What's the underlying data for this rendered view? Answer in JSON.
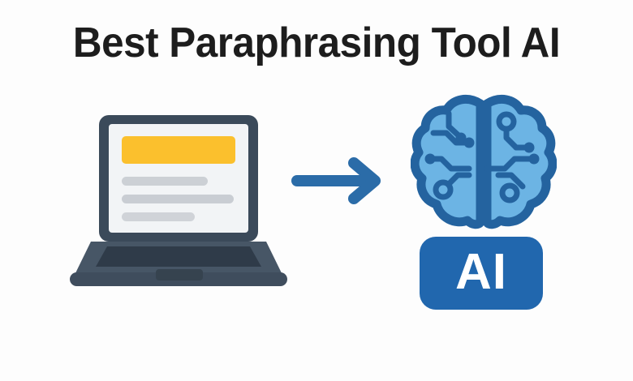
{
  "banner": {
    "background_color": "#fdfdfd",
    "title": "Best Paraphrasing Tool AI",
    "title_color": "#1d1d1d"
  },
  "laptop": {
    "icon_name": "laptop-icon",
    "body_color": "#3b4a5a",
    "body_shadow_color": "#2f3c4a",
    "screen_background": "#f2f4f6",
    "keyboard_color": "#2f3b49",
    "trackpad_color": "#3a4756",
    "highlight_bar": {
      "label": "highlighted-text-bar",
      "color": "#fbc02d"
    },
    "text_lines": [
      {
        "label": "text-line-1",
        "color": "#ccd0d5",
        "width_pct": 62
      },
      {
        "label": "text-line-2",
        "color": "#c9cdd3",
        "width_pct": 80
      },
      {
        "label": "text-line-3",
        "color": "#d0d3d8",
        "width_pct": 52
      }
    ]
  },
  "arrow": {
    "icon_name": "arrow-right-icon",
    "color": "#2b6ca8",
    "direction": "right"
  },
  "brain": {
    "icon_name": "ai-brain-icon",
    "fill_color": "#6cb4e4",
    "outline_color": "#24639f",
    "circuit_color": "#24639f",
    "hemispheres": [
      "left",
      "right"
    ]
  },
  "ai_badge": {
    "label": "AI",
    "background_color": "#2167ae",
    "text_color": "#ffffff"
  }
}
